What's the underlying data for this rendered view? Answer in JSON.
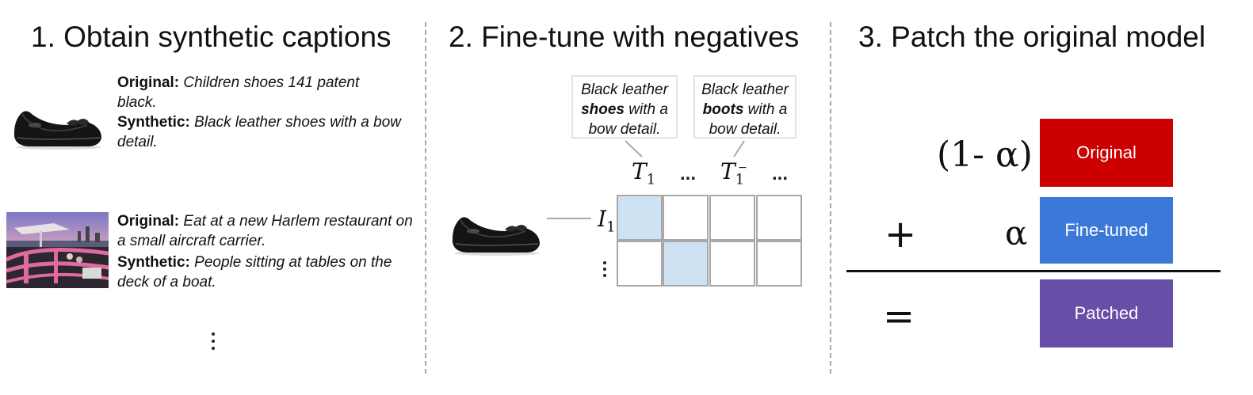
{
  "sections": [
    {
      "title": "1. Obtain synthetic captions"
    },
    {
      "title": "2. Fine-tune with negatives"
    },
    {
      "title": "3. Patch the original model"
    }
  ],
  "captions": [
    {
      "original_label": "Original:",
      "original_text": "Children shoes 141 patent black.",
      "synthetic_label": "Synthetic:",
      "synthetic_text": "Black leather shoes with a bow detail.",
      "image": "black-shoe-photo"
    },
    {
      "original_label": "Original:",
      "original_text": "Eat at a new Harlem restaurant on a small aircraft carrier.",
      "synthetic_label": "Synthetic:",
      "synthetic_text": "People sitting at tables on the deck of a boat.",
      "image": "boat-deck-photo"
    }
  ],
  "finetune": {
    "text_positive": {
      "before": "Black leather ",
      "bold": "shoes",
      "after": " with a bow detail."
    },
    "text_negative": {
      "before": "Black leather ",
      "bold": "boots",
      "after": " with a bow detail."
    },
    "t1": "T",
    "t1_sub": "1",
    "t1neg": "T",
    "t1neg_sub": "1",
    "t1neg_sup": "−",
    "ellipsis": "...",
    "i1": "I",
    "i1_sub": "1",
    "grid_highlight": [
      [
        0,
        0
      ],
      [
        1,
        1
      ]
    ]
  },
  "patch": {
    "coef_original": "(1- α)",
    "plus": "+",
    "alpha": "α",
    "equals": "=",
    "original_label": "Original",
    "finetuned_label": "Fine-tuned",
    "patched_label": "Patched",
    "colors": {
      "original": "#cc0000",
      "finetuned": "#3c78d8",
      "patched": "#674ea7",
      "highlight": "#cfe2f3"
    }
  }
}
